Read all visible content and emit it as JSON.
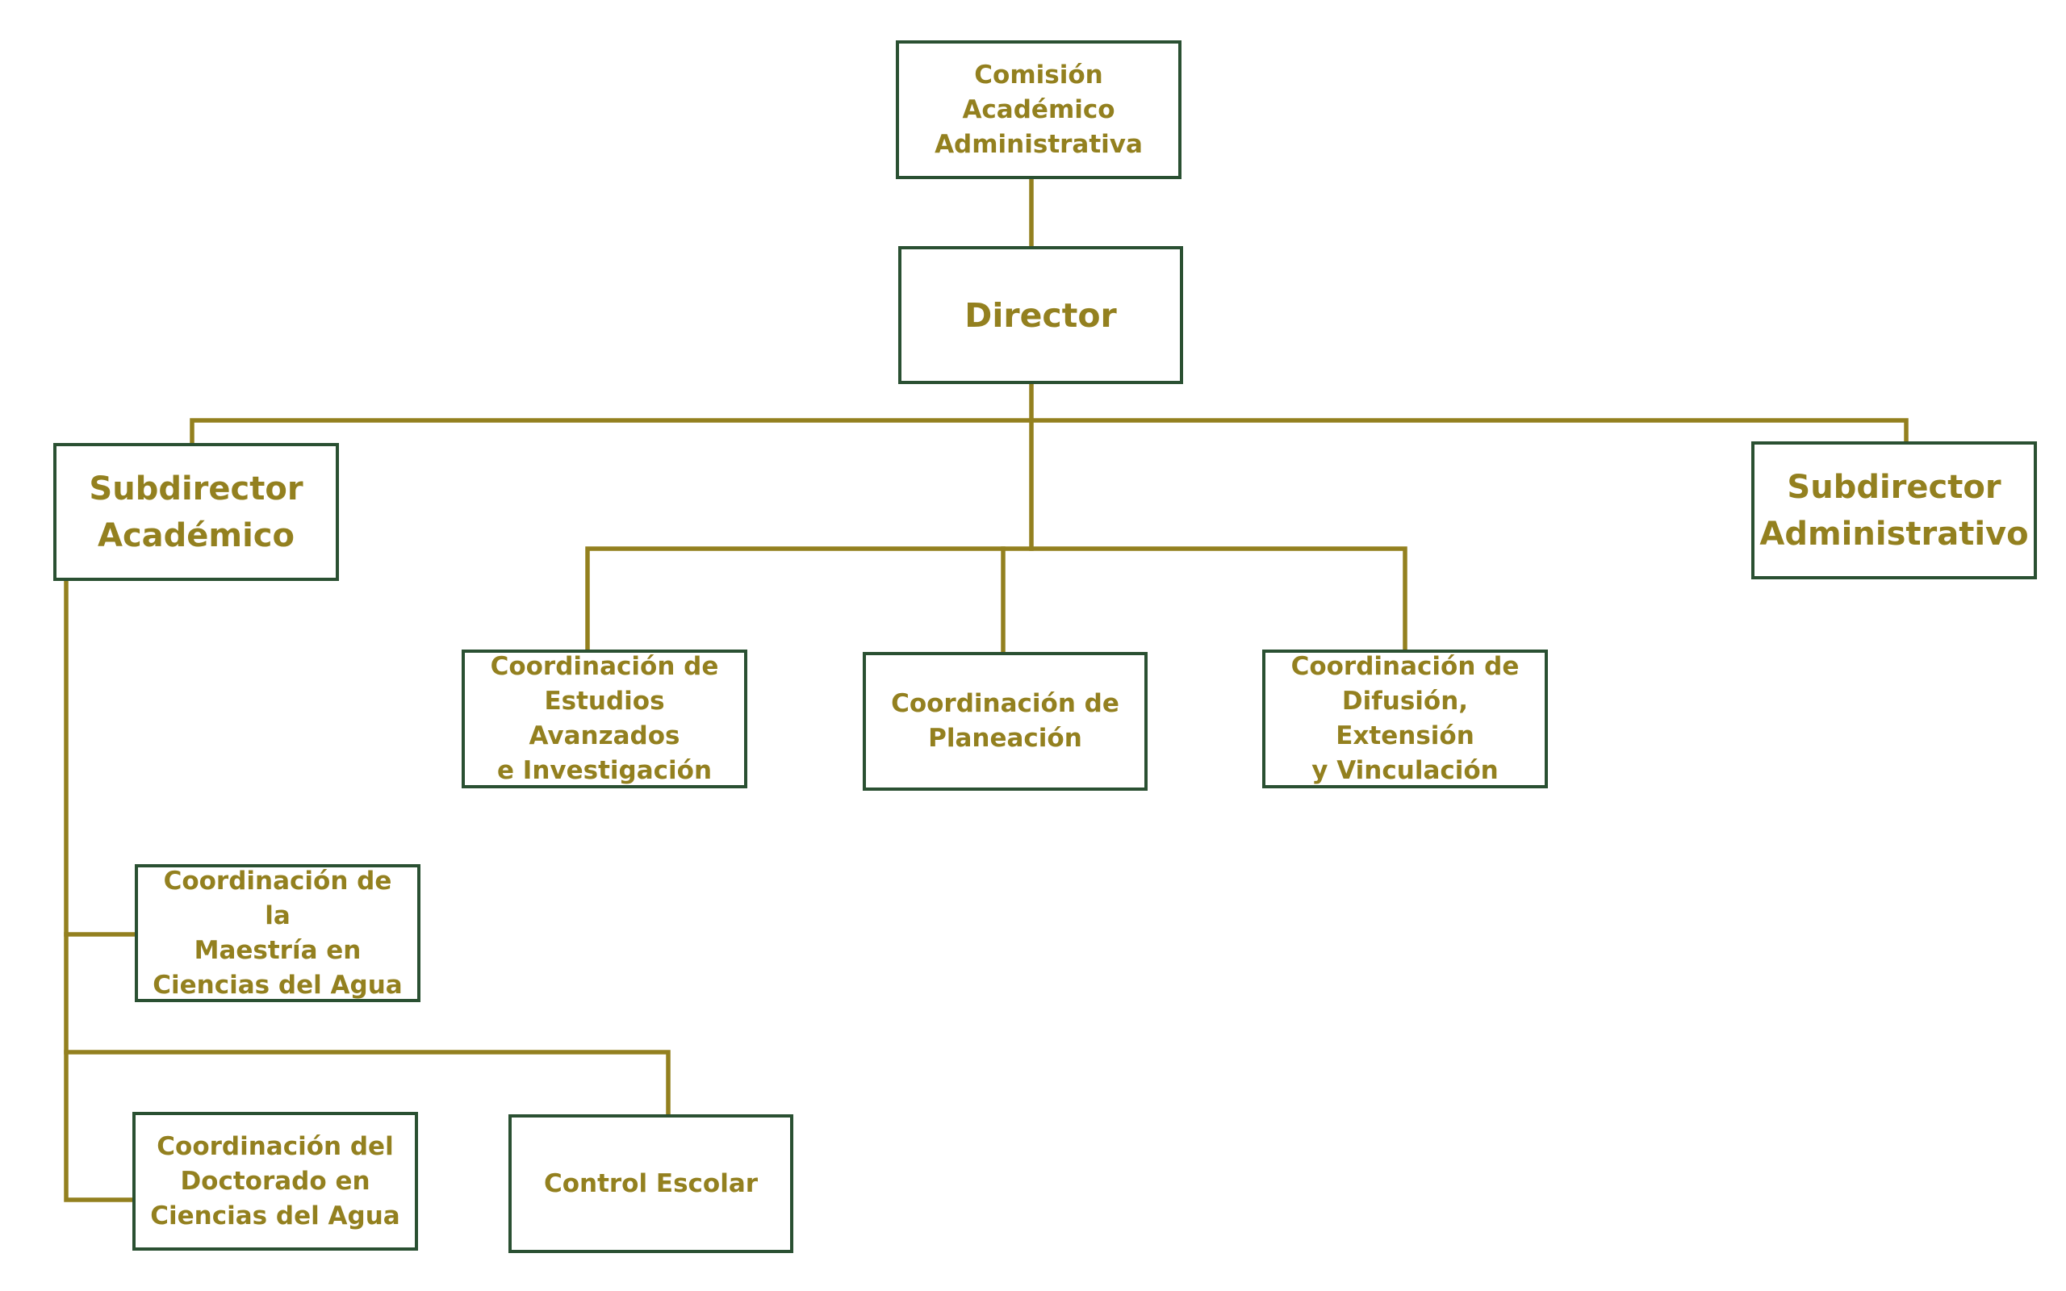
{
  "colors": {
    "line": "#93801f",
    "text": "#93801f",
    "box_border": "#2a5032",
    "background": "#ffffff"
  },
  "nodes": {
    "comision": "Comisión\nAcadémico\nAdministrativa",
    "director": "Director",
    "subdirector_academico": "Subdirector\nAcadémico",
    "subdirector_administrativo": "Subdirector\nAdministrativo",
    "coord_estudios": "Coordinación de\nEstudios Avanzados\ne Investigación",
    "coord_planeacion": "Coordinación de\nPlaneación",
    "coord_difusion": "Coordinación de\nDifusión, Extensión\ny Vinculación",
    "coord_maestria": "Coordinación de la\nMaestría en\nCiencias del Agua",
    "coord_doctorado": "Coordinación del\nDoctorado en\nCiencias del Agua",
    "control_escolar": "Control Escolar"
  },
  "edges": [
    [
      "comision",
      "director"
    ],
    [
      "director",
      "subdirector_academico"
    ],
    [
      "director",
      "subdirector_administrativo"
    ],
    [
      "director",
      "coord_estudios"
    ],
    [
      "director",
      "coord_planeacion"
    ],
    [
      "director",
      "coord_difusion"
    ],
    [
      "subdirector_academico",
      "coord_maestria"
    ],
    [
      "subdirector_academico",
      "coord_doctorado"
    ],
    [
      "subdirector_academico",
      "control_escolar"
    ]
  ]
}
